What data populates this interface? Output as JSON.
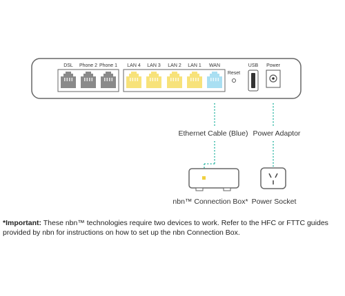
{
  "ports": [
    {
      "label": "DSL",
      "color": "#8a8a8a"
    },
    {
      "label": "Phone 2",
      "color": "#8a8a8a"
    },
    {
      "label": "Phone 1",
      "color": "#8a8a8a"
    },
    {
      "label": "LAN 4",
      "color": "#f7e27a"
    },
    {
      "label": "LAN 3",
      "color": "#f7e27a"
    },
    {
      "label": "LAN 2",
      "color": "#f7e27a"
    },
    {
      "label": "LAN 1",
      "color": "#f7e27a"
    },
    {
      "label": "WAN",
      "color": "#a9dff2"
    }
  ],
  "reset_label": "Reset",
  "usb_label": "USB",
  "power_label": "Power",
  "ethernet_cable_label": "Ethernet Cable (Blue)",
  "power_adaptor_label": "Power Adaptor",
  "connection_box_label": "nbn™ Connection Box*",
  "power_socket_label": "Power Socket",
  "note": {
    "important_label": "*Important:",
    "text": " These nbn™ technologies require two devices to work. Refer to the HFC or FTTC guides provided by nbn for instructions on how to set up the nbn Connection Box."
  },
  "colors": {
    "outline": "#666666",
    "cable_dots": "#49c0b0",
    "box_led": "#f0d040"
  }
}
